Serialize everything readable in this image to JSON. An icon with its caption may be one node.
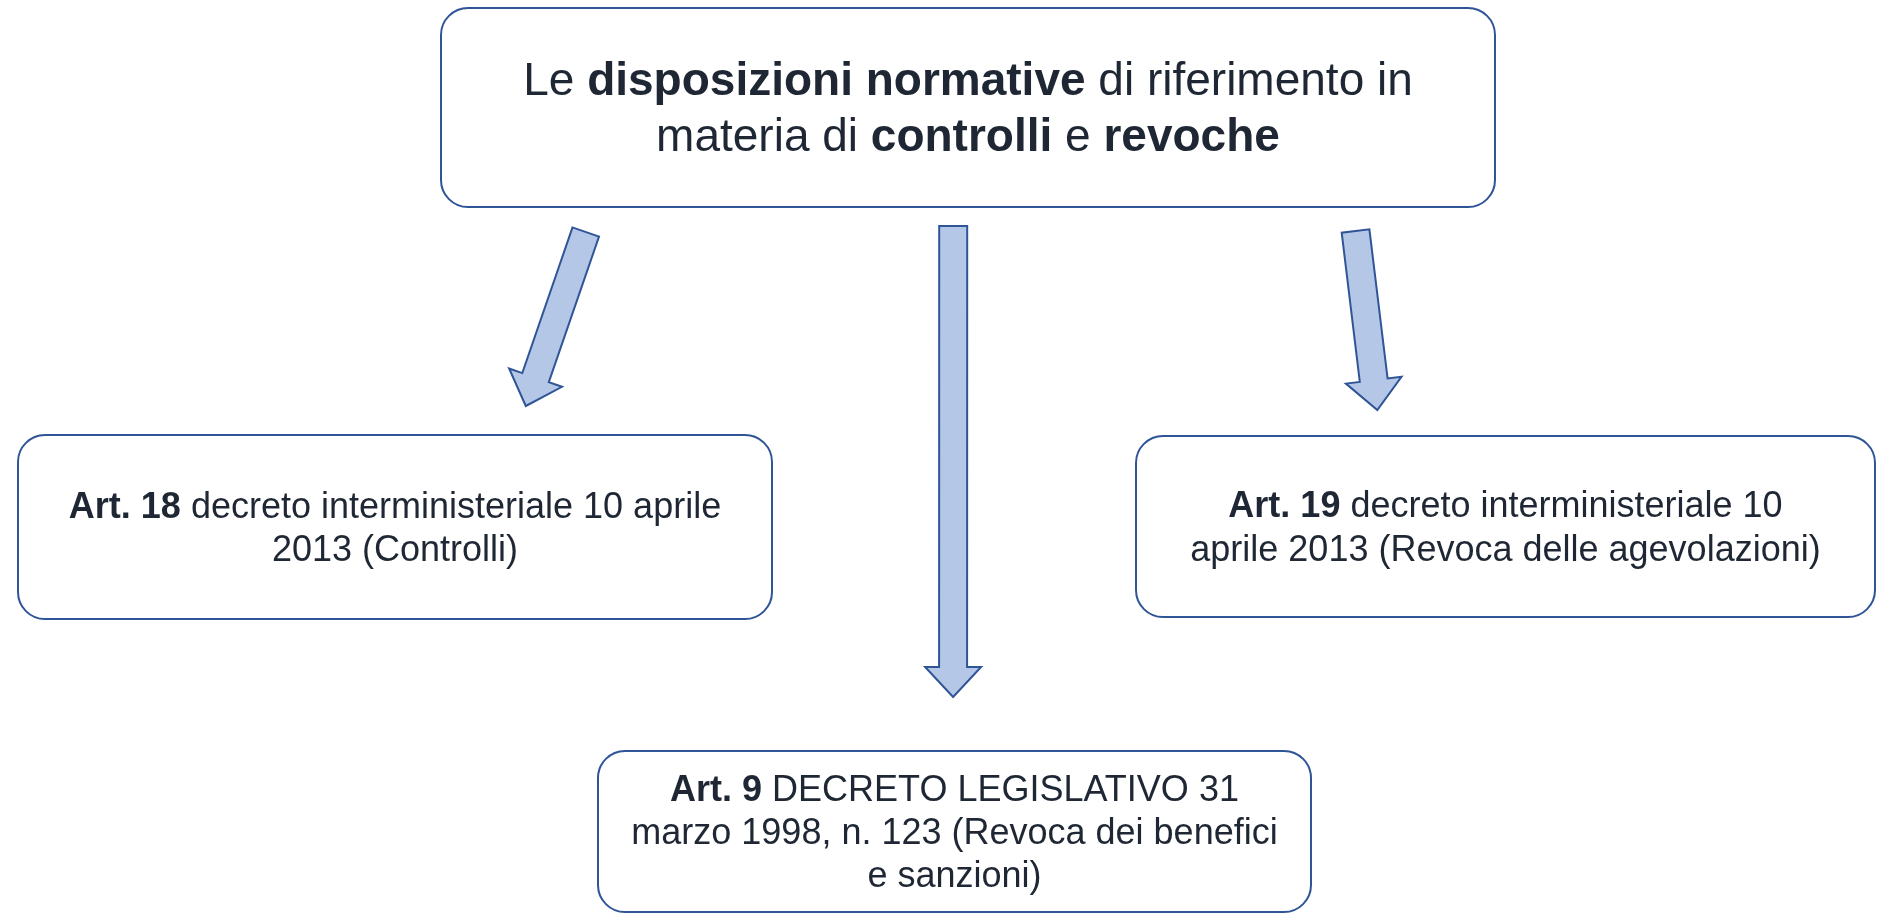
{
  "diagram": {
    "nodes": [
      {
        "text": [
          "Le **disposizioni normative** di riferimento in materia di **controlli** e **revoche**"
        ]
      },
      {
        "text": [
          "**Art. 18** decreto interministeriale 10 aprile 2013 (Controlli)"
        ]
      },
      {
        "text": [
          "**Art. 9** DECRETO LEGISLATIVO 31 marzo 1998, n. 123 (Revoca dei benefici e sanzioni)"
        ]
      },
      {
        "text": [
          "**Art. 19** decreto interministeriale 10 aprile 2013 (Revoca delle agevolazioni)"
        ]
      }
    ],
    "edges": [
      {
        "from": 0,
        "to": 1,
        "arrow": "to"
      },
      {
        "from": 0,
        "to": 2,
        "arrow": "to"
      },
      {
        "from": 0,
        "to": 3,
        "arrow": "to"
      }
    ]
  }
}
